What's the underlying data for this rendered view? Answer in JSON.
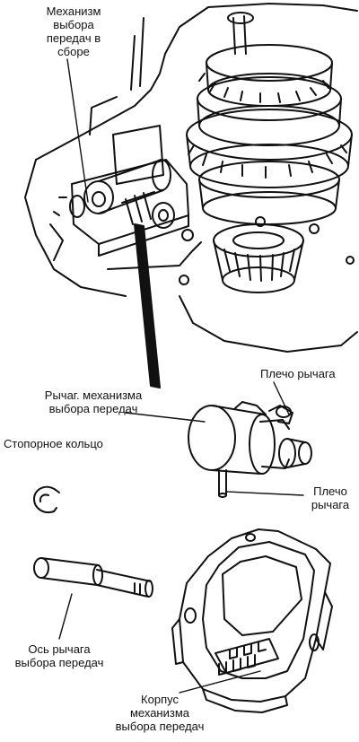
{
  "colors": {
    "ink": "#111111",
    "paper": "#ffffff"
  },
  "labels": {
    "assembly": "Механизм\nвыбора\nпередач в\nсборе",
    "lever": "Рычаг. механизма\nвыбора передач",
    "lever_arm_top": "Плечо рычага",
    "retaining_ring": "Стопорное кольцо",
    "lever_arm_bottom": "Плечо\nрычага",
    "lever_axis": "Ось рычага\nвыбора передач",
    "housing": "Корпус\nмеханизма\nвыбора передач"
  }
}
